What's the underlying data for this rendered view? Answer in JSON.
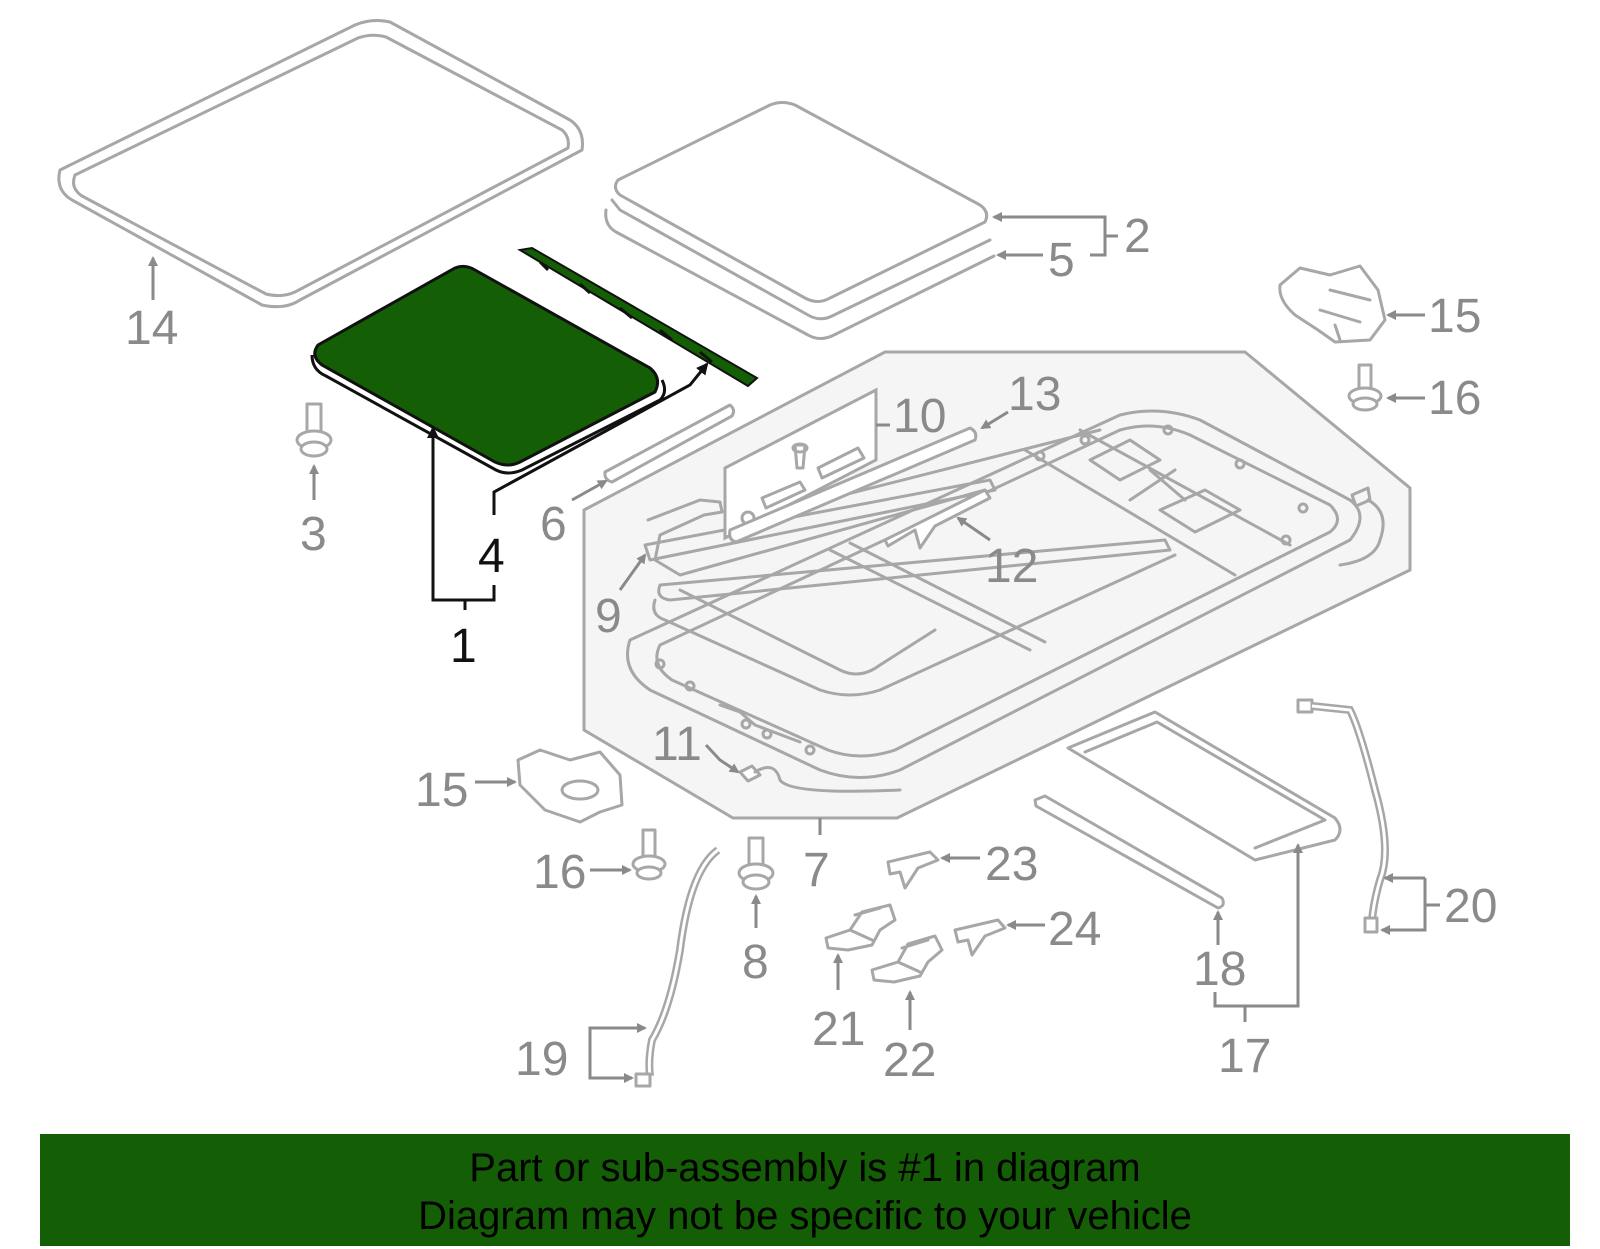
{
  "colors": {
    "highlight_part": "#145f05",
    "banner_background": "#145f05",
    "part_outline": "#a7a7a7",
    "callout_text": "#8a8a8a",
    "highlight_callout": "#111111",
    "assembly_backdrop": "#f5f5f5"
  },
  "callouts": {
    "c1": "1",
    "c2": "2",
    "c3": "3",
    "c4": "4",
    "c5": "5",
    "c6": "6",
    "c7": "7",
    "c8": "8",
    "c9": "9",
    "c10": "10",
    "c11": "11",
    "c12": "12",
    "c13": "13",
    "c14": "14",
    "c15a": "15",
    "c15b": "15",
    "c16a": "16",
    "c16b": "16",
    "c17": "17",
    "c18": "18",
    "c19": "19",
    "c20": "20",
    "c21": "21",
    "c22": "22",
    "c23": "23",
    "c24": "24"
  },
  "banner": {
    "line1": "Part or sub-assembly is #1 in diagram",
    "line2": "Diagram may not be specific to your vehicle"
  }
}
